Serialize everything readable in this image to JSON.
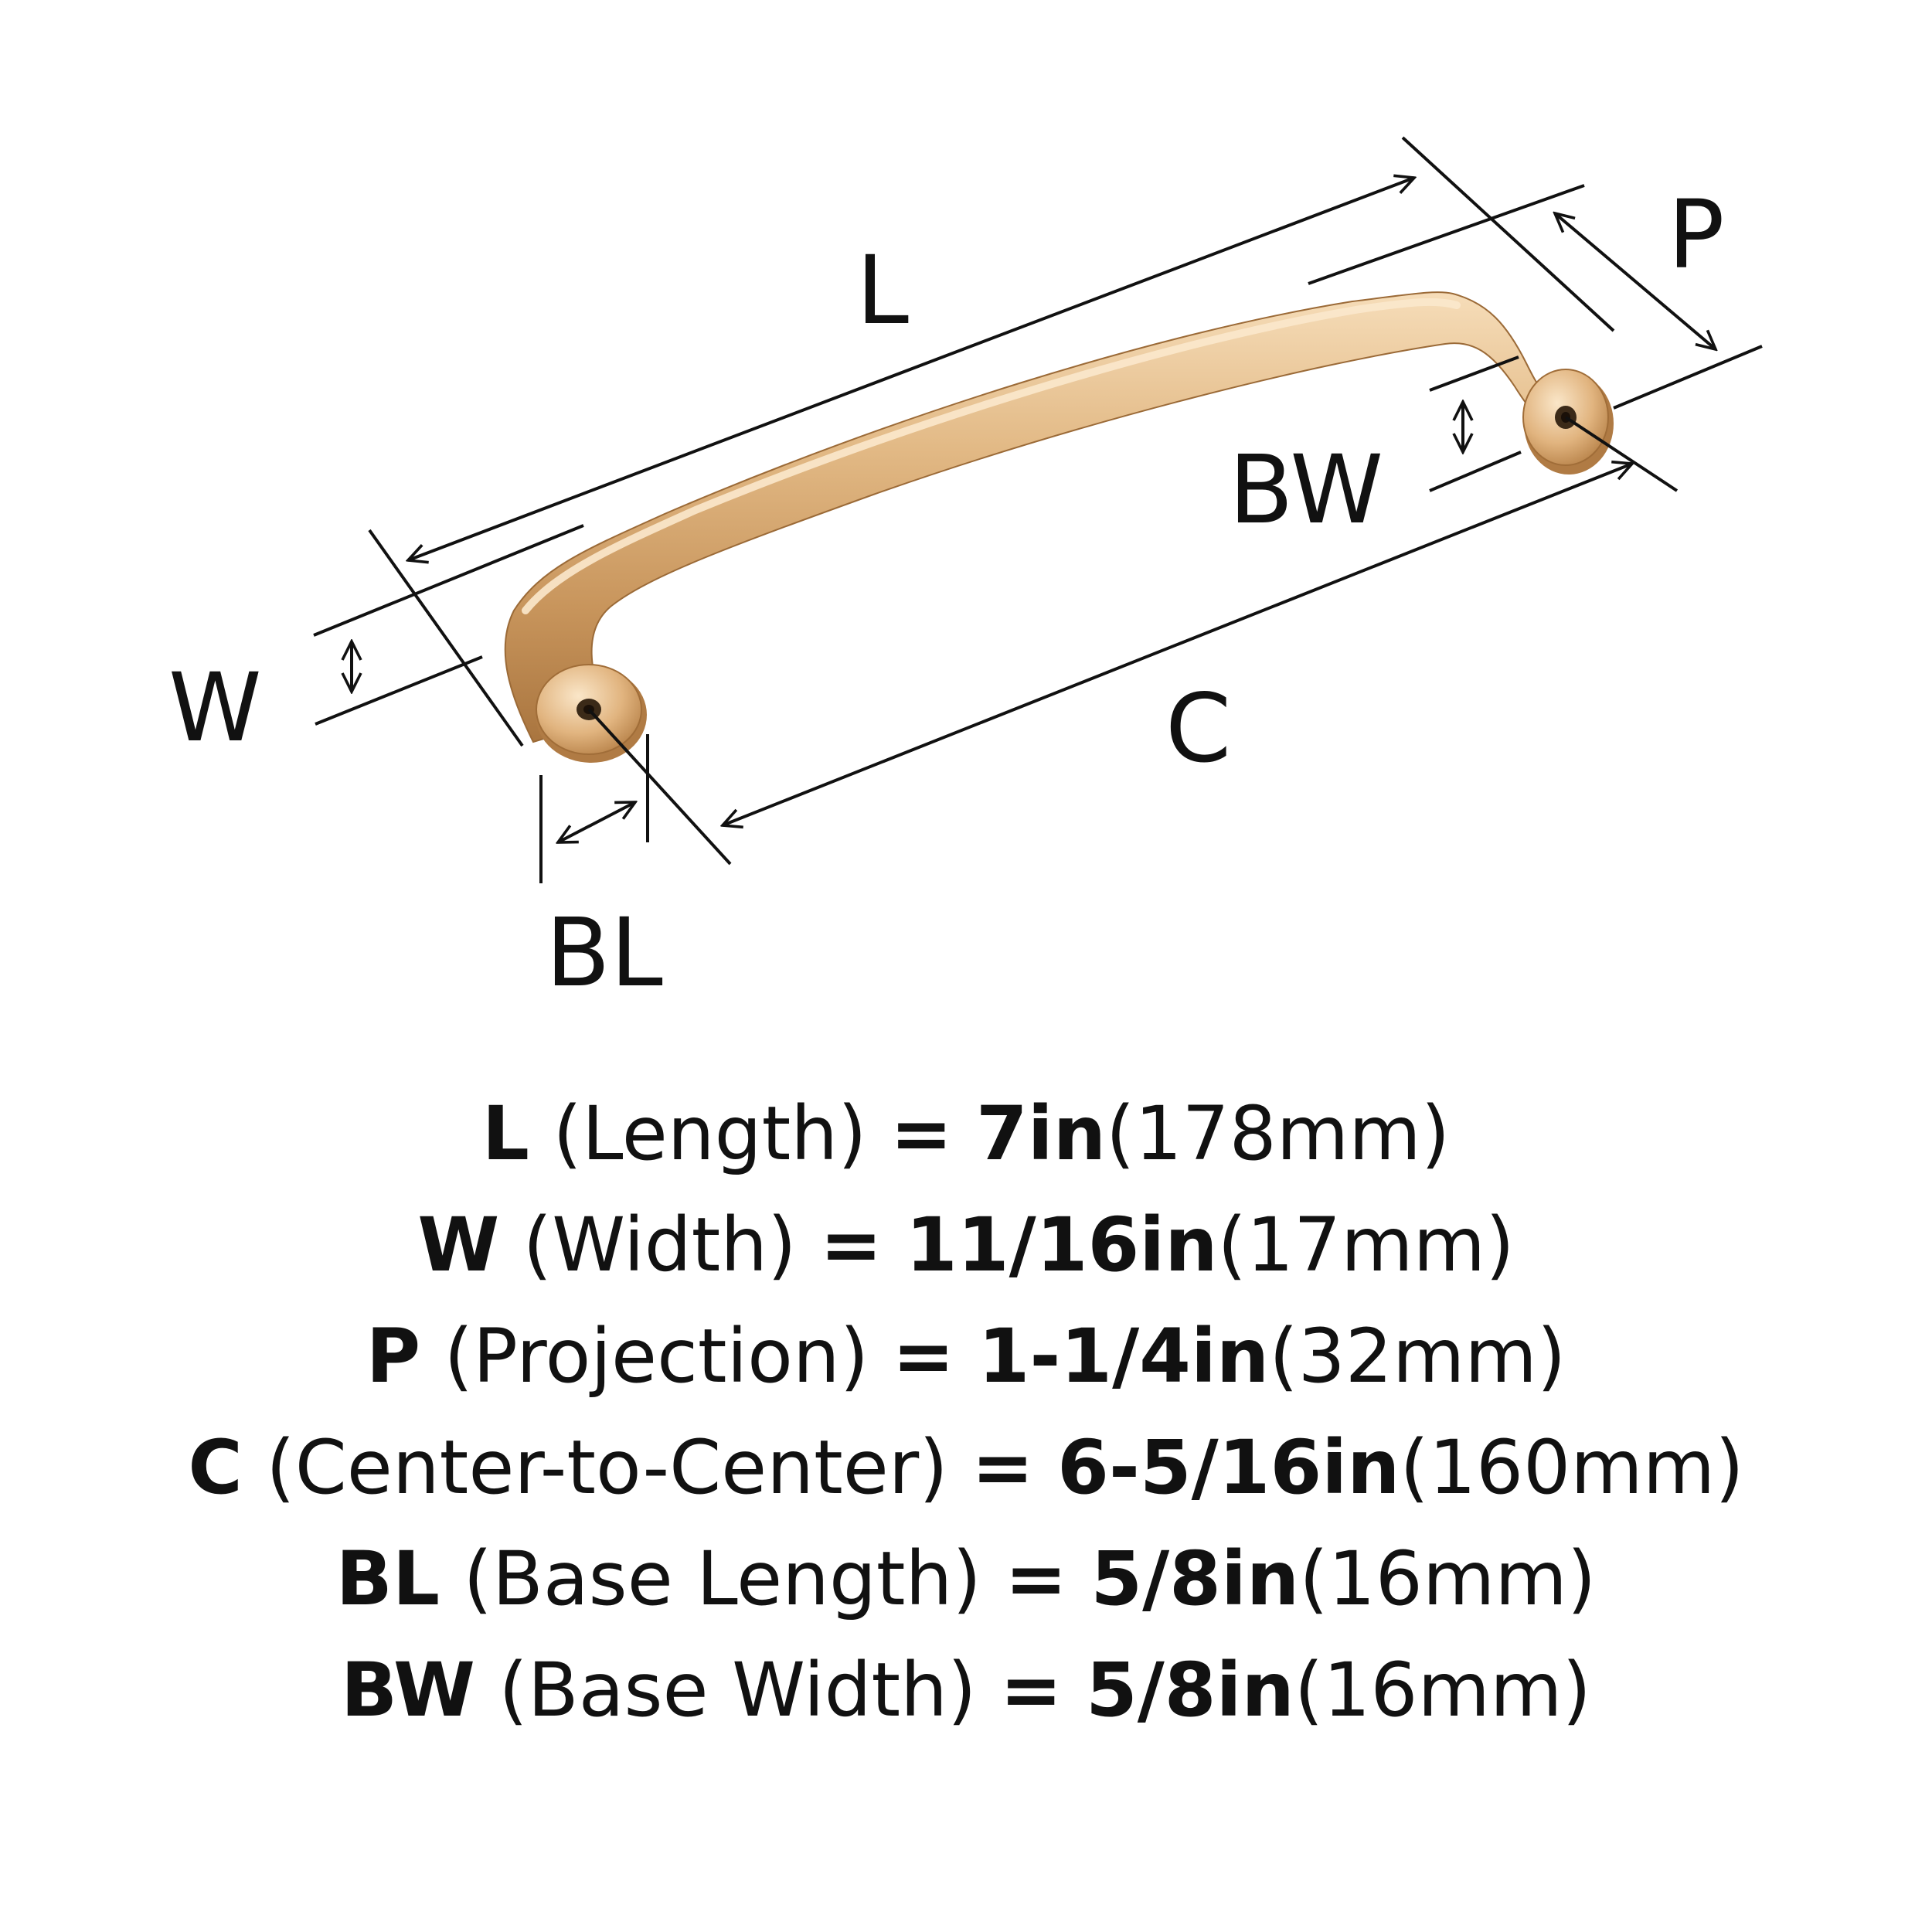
{
  "diagram": {
    "labels": {
      "L": "L",
      "W": "W",
      "P": "P",
      "BW": "BW",
      "C": "C",
      "BL": "BL"
    },
    "colors": {
      "handle_light": "#f5d9b1",
      "handle_mid": "#d6a772",
      "handle_dark": "#a9753f",
      "line": "#111111"
    }
  },
  "specs": [
    {
      "key": "L",
      "name": "(Length)",
      "eq": "=",
      "imperial": "7in",
      "metric": "(178mm)"
    },
    {
      "key": "W",
      "name": "(Width)",
      "eq": "=",
      "imperial": "11/16in",
      "metric": "(17mm)"
    },
    {
      "key": "P",
      "name": "(Projection)",
      "eq": "=",
      "imperial": "1-1/4in",
      "metric": "(32mm)"
    },
    {
      "key": "C",
      "name": "(Center-to-Center)",
      "eq": "=",
      "imperial": "6-5/16in",
      "metric": "(160mm)"
    },
    {
      "key": "BL",
      "name": "(Base Length)",
      "eq": "=",
      "imperial": "5/8in",
      "metric": "(16mm)"
    },
    {
      "key": "BW",
      "name": "(Base Width)",
      "eq": "=",
      "imperial": "5/8in",
      "metric": "(16mm)"
    }
  ]
}
